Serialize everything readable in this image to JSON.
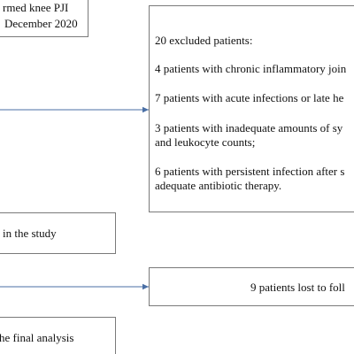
{
  "top_box": {
    "line1": "rmed knee PJI",
    "line2": "December 2020"
  },
  "excluded_box": {
    "title": "20 excluded patients:",
    "items": [
      {
        "lines": [
          "4 patients with chronic inflammatory join"
        ]
      },
      {
        "lines": [
          "7 patients with acute infections or late he"
        ]
      },
      {
        "lines": [
          "3 patients with inadequate amounts of sy",
          "and leukocyte counts;"
        ]
      },
      {
        "lines": [
          "6 patients with persistent infection after s",
          "adequate antibiotic therapy."
        ]
      }
    ]
  },
  "study_box": {
    "text": "in the study"
  },
  "lost_box": {
    "text": "9 patients lost to foll"
  },
  "final_box": {
    "text": "he final analysis"
  },
  "colors": {
    "arrow": "#4a6fa5",
    "border": "#7a7a7a",
    "text": "#111111"
  }
}
